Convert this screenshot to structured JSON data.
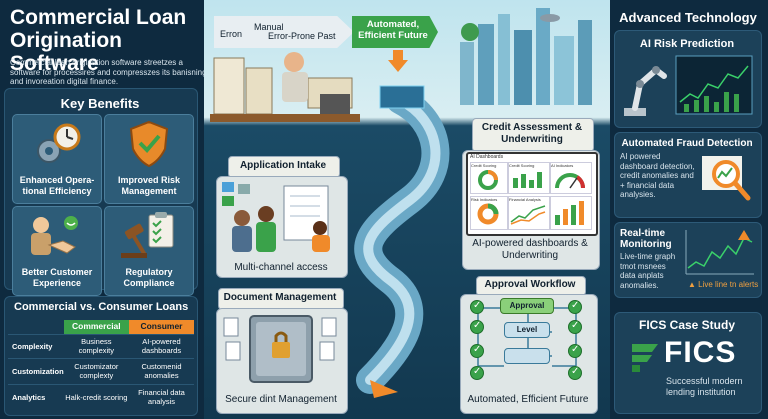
{
  "header": {
    "title_line1": "Commercial Loan",
    "title_line2": "Origination Software",
    "description": "Commercial loan origination software streetzes a software for processires and compresszes its banisning and invoreation digital finance."
  },
  "key_benefits": {
    "title": "Key Benefits",
    "items": [
      {
        "label": "Enhanced Opera-tional Efficiency",
        "icon": "gears-clock-icon"
      },
      {
        "label": "Improved Risk Management",
        "icon": "shield-check-icon"
      },
      {
        "label": "Better Customer Experience",
        "icon": "handshake-icon"
      },
      {
        "label": "Regulatory Compliance",
        "icon": "gavel-clipboard-icon"
      }
    ]
  },
  "comparison": {
    "title": "Commercial vs. Consumer Loans",
    "col1": "Commercial",
    "col2": "Consumer",
    "rows": [
      {
        "label": "Complexity",
        "commercial": "Business complexity",
        "consumer": "AI-powered dashboards"
      },
      {
        "label": "Customization",
        "commercial": "Customizator complexty",
        "consumer": "Customenid anomalies"
      },
      {
        "label": "Analytics",
        "commercial": "Halk-credit scoring",
        "consumer": "Financial data analysis"
      }
    ]
  },
  "banner": {
    "left_part1": "Erron",
    "left_part2": "Manual",
    "left_part3": "Error-Prone Past",
    "right": "Automated, Efficient Future"
  },
  "stages": {
    "intake_title": "Application Intake",
    "intake_caption": "Multi-channel access",
    "doc_title": "Document Management",
    "doc_caption": "Secure dint Management",
    "credit_title": "Credit Assessment & Underwriting",
    "credit_caption": "AI-powered dashboards & Underwriting",
    "credit_screen_title": "AI Dashboards",
    "credit_widgets": [
      "Credit Scoring",
      "Credit Scoring",
      "AI Indicators",
      "Risk Indicators",
      "Financial Analysis",
      ""
    ],
    "approval_title": "Approval Workflow",
    "approval_caption": "Automated, Efficient Future",
    "approval_box1": "Approval",
    "approval_box2": "Level"
  },
  "tech": {
    "title": "Advanced Technology",
    "ai_risk": "AI Risk Prediction",
    "fraud_title": "Automated Fraud Detection",
    "fraud_text": "AI powered dashboard detection, credit anomalies and + financial data analysies.",
    "monitor_title": "Real-time Monitoring",
    "monitor_text": "Live-time graph tmot msnees data anplats anomalies.",
    "monitor_alert": "Live line tn alerts"
  },
  "case_study": {
    "title": "FICS Case Study",
    "logo": "FICS",
    "caption_line1": "Successful modern",
    "caption_line2": "lending institution"
  },
  "colors": {
    "navy": "#0e2a3f",
    "teal_panel": "#1c4159",
    "green": "#3aa24a",
    "orange": "#f08a2a",
    "light": "#f2f2ec"
  }
}
